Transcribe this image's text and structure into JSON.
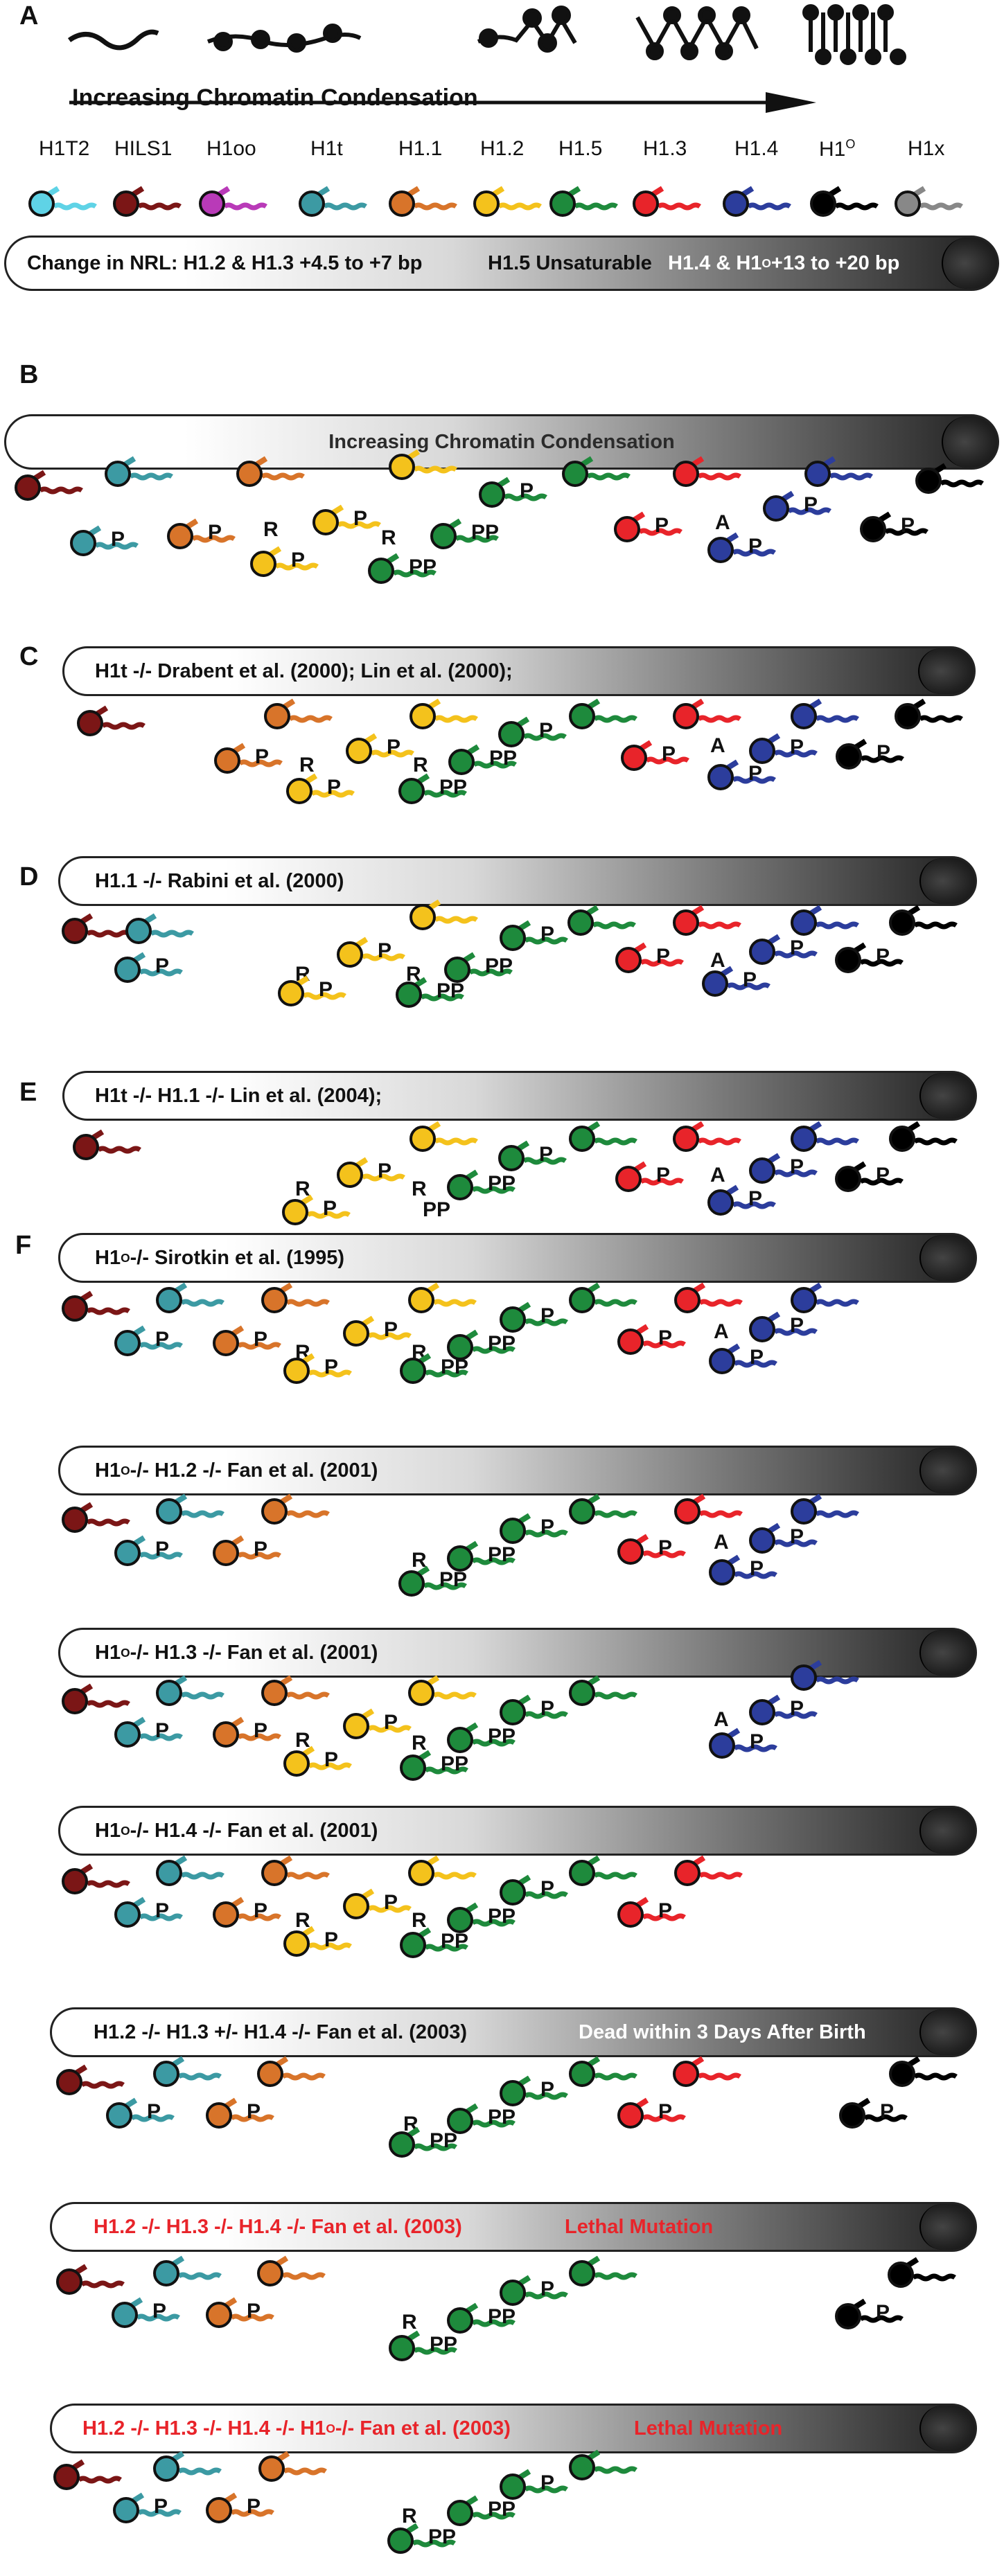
{
  "panels": {
    "A": "A",
    "B": "B",
    "C": "C",
    "D": "D",
    "E": "E",
    "F": "F"
  },
  "condensation_arrow_label": "Increasing Chromatin Condensation",
  "variant_labels": [
    "H1T2",
    "HILS1",
    "H1oo",
    "H1t",
    "H1.1",
    "H1.2",
    "H1.5",
    "H1.3",
    "H1.4",
    "H1",
    "H1x"
  ],
  "variant_label_h1o_sup": "O",
  "colors": {
    "H1T2": "#5fd3e6",
    "HILS1": "#7b1616",
    "H1oo": "#b93ab8",
    "H1t": "#3c9aa3",
    "H1.1": "#d8742a",
    "H1.2": "#f4c21c",
    "H1.5": "#1e8a3c",
    "H1.3": "#e8242a",
    "H1.4": "#2c3d9c",
    "H1o": "#000000",
    "H1x": "#888888"
  },
  "nrl_bar": {
    "part1": "Change in NRL:  H1.2 & H1.3  +4.5 to +7 bp",
    "part2": "H1.5 Unsaturable",
    "part3a": "H1.4 & H1",
    "part3sup": "O",
    "part3b": " +13 to +20 bp"
  },
  "bar_B": "Increasing Chromatin Condensation",
  "bar_C": "H1t -/-  Drabent et al. (2000);  Lin et al. (2000);",
  "bar_D": "H1.1 -/-  Rabini et al. (2000)",
  "bar_E": "H1t -/-  H1.1 -/-  Lin et al. (2004);",
  "bar_F1": {
    "pre": "H1",
    "sup": "O",
    "post": "-/-  Sirotkin et al. (1995)"
  },
  "bar_F2": {
    "pre": "H1",
    "sup": "O",
    "post": "-/-  H1.2 -/-  Fan et al. (2001)"
  },
  "bar_F3": {
    "pre": "H1",
    "sup": "O",
    "post": "-/-  H1.3 -/-  Fan et al. (2001)"
  },
  "bar_F4": {
    "pre": "H1",
    "sup": "O",
    "post": "-/-  H1.4 -/-  Fan et al. (2001)"
  },
  "bar_F5": {
    "main": "H1.2 -/-  H1.3 +/-  H1.4 -/-  Fan et al. (2003)",
    "note": "Dead within 3 Days After Birth"
  },
  "bar_F6": {
    "main": "H1.2 -/-  H1.3 -/-  H1.4 -/-  Fan et al. (2003)",
    "note": "Lethal Mutation"
  },
  "bar_F7": {
    "pre": "H1.2 -/-  H1.3 -/-  H1.4 -/-  H1",
    "sup": "O",
    "post": "-/-  Fan et al. (2003)",
    "note": "Lethal Mutation"
  },
  "marks": {
    "p": "P",
    "pp": "PP",
    "r": "R",
    "a": "A"
  }
}
